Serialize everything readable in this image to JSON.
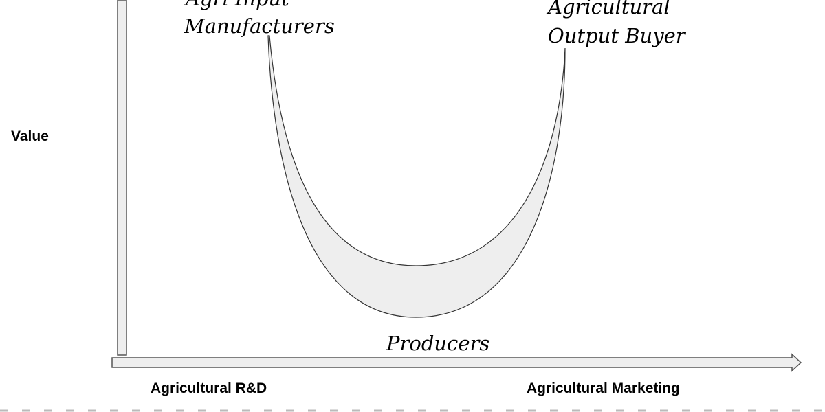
{
  "diagram": {
    "y_axis_label": "Value",
    "x_axis_left_label": "Agricultural R&D",
    "x_axis_right_label": "Agricultural Marketing",
    "top_left_label_line1": "Agri Input",
    "top_left_label_line2": "Manufacturers",
    "top_right_label_line1": "Agricultural",
    "top_right_label_line2": "Output Buyer",
    "bottom_label": "Producers",
    "colors": {
      "fill": "#eeeeee",
      "stroke": "#333333",
      "axis_fill": "#e8e8e8"
    }
  }
}
